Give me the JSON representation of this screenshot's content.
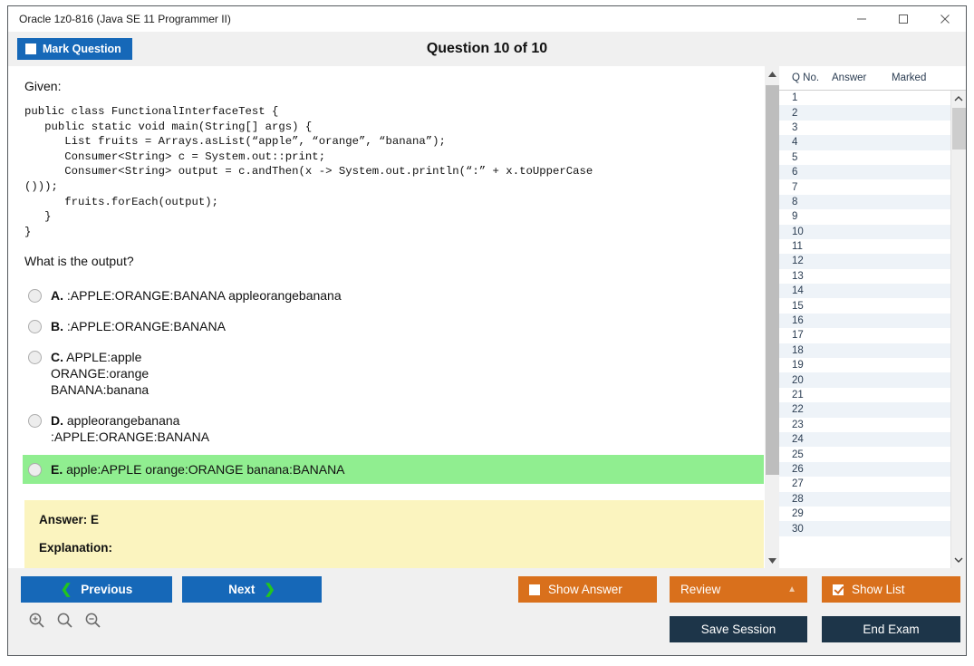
{
  "window": {
    "title": "Oracle 1z0-816 (Java SE 11 Programmer II)",
    "controls": {
      "minimize": "minimize-icon",
      "maximize": "maximize-icon",
      "close": "close-icon"
    }
  },
  "header": {
    "mark_question_label": "Mark Question",
    "mark_question_checked": false,
    "question_title": "Question 10 of 10"
  },
  "content": {
    "given_label": "Given:",
    "code": "public class FunctionalInterfaceTest {\n   public static void main(String[] args) {\n      List fruits = Arrays.asList(“apple”, “orange”, “banana”);\n      Consumer<String> c = System.out::print;\n      Consumer<String> output = c.andThen(x -> System.out.println(“:” + x.toUpperCase\n()));\n      fruits.forEach(output);\n   }\n}",
    "prompt": "What is the output?",
    "options": [
      {
        "letter": "A.",
        "text": ":APPLE:ORANGE:BANANA appleorangebanana",
        "correct": false
      },
      {
        "letter": "B.",
        "text": ":APPLE:ORANGE:BANANA",
        "correct": false
      },
      {
        "letter": "C.",
        "text": "APPLE:apple\nORANGE:orange\nBANANA:banana",
        "correct": false
      },
      {
        "letter": "D.",
        "text": "appleorangebanana\n:APPLE:ORANGE:BANANA",
        "correct": false
      },
      {
        "letter": "E.",
        "text": "apple:APPLE orange:ORANGE banana:BANANA",
        "correct": true
      }
    ],
    "answer_label": "Answer: E",
    "explanation_label": "Explanation:"
  },
  "sidebar": {
    "columns": [
      "Q No.",
      "Answer",
      "Marked"
    ],
    "rows": [
      {
        "no": "1",
        "answer": "",
        "marked": ""
      },
      {
        "no": "2",
        "answer": "",
        "marked": ""
      },
      {
        "no": "3",
        "answer": "",
        "marked": ""
      },
      {
        "no": "4",
        "answer": "",
        "marked": ""
      },
      {
        "no": "5",
        "answer": "",
        "marked": ""
      },
      {
        "no": "6",
        "answer": "",
        "marked": ""
      },
      {
        "no": "7",
        "answer": "",
        "marked": ""
      },
      {
        "no": "8",
        "answer": "",
        "marked": ""
      },
      {
        "no": "9",
        "answer": "",
        "marked": ""
      },
      {
        "no": "10",
        "answer": "",
        "marked": ""
      },
      {
        "no": "11",
        "answer": "",
        "marked": ""
      },
      {
        "no": "12",
        "answer": "",
        "marked": ""
      },
      {
        "no": "13",
        "answer": "",
        "marked": ""
      },
      {
        "no": "14",
        "answer": "",
        "marked": ""
      },
      {
        "no": "15",
        "answer": "",
        "marked": ""
      },
      {
        "no": "16",
        "answer": "",
        "marked": ""
      },
      {
        "no": "17",
        "answer": "",
        "marked": ""
      },
      {
        "no": "18",
        "answer": "",
        "marked": ""
      },
      {
        "no": "19",
        "answer": "",
        "marked": ""
      },
      {
        "no": "20",
        "answer": "",
        "marked": ""
      },
      {
        "no": "21",
        "answer": "",
        "marked": ""
      },
      {
        "no": "22",
        "answer": "",
        "marked": ""
      },
      {
        "no": "23",
        "answer": "",
        "marked": ""
      },
      {
        "no": "24",
        "answer": "",
        "marked": ""
      },
      {
        "no": "25",
        "answer": "",
        "marked": ""
      },
      {
        "no": "26",
        "answer": "",
        "marked": ""
      },
      {
        "no": "27",
        "answer": "",
        "marked": ""
      },
      {
        "no": "28",
        "answer": "",
        "marked": ""
      },
      {
        "no": "29",
        "answer": "",
        "marked": ""
      },
      {
        "no": "30",
        "answer": "",
        "marked": ""
      }
    ]
  },
  "footer": {
    "previous_label": "Previous",
    "next_label": "Next",
    "show_answer_label": "Show Answer",
    "show_answer_checked": false,
    "review_label": "Review",
    "show_list_label": "Show List",
    "show_list_checked": true,
    "save_session_label": "Save Session",
    "end_exam_label": "End Exam",
    "zoom_icons": [
      "zoom-in-icon",
      "zoom-reset-icon",
      "zoom-out-icon"
    ]
  },
  "colors": {
    "primary_blue": "#1668b8",
    "orange": "#d9701c",
    "navy": "#1d3549",
    "correct_green": "#90ee90",
    "answer_yellow": "#fbf4bf",
    "chevron_green": "#22c51f"
  }
}
